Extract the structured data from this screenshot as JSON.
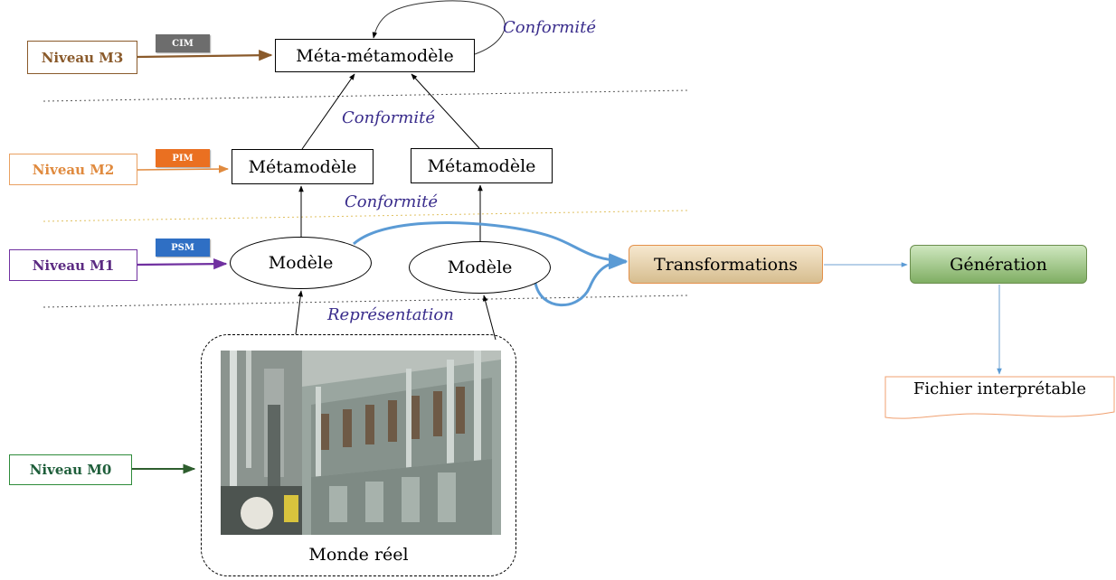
{
  "levels": {
    "m3": "Niveau M3",
    "m2": "Niveau M2",
    "m1": "Niveau M1",
    "m0": "Niveau M0"
  },
  "tags": {
    "cim": "CIM",
    "pim": "PIM",
    "psm": "PSM"
  },
  "boxes": {
    "meta_metamodel": "Méta-métamodèle",
    "metamodel_1": "Métamodèle",
    "metamodel_2": "Métamodèle",
    "model_1": "Modèle",
    "model_2": "Modèle",
    "transformations": "Transformations",
    "generation": "Génération",
    "output_file": "Fichier interprétable"
  },
  "labels": {
    "conformity_top": "Conformité",
    "conformity_mid": "Conformité",
    "conformity_low": "Conformité",
    "representation": "Représentation",
    "real_world": "Monde réel"
  },
  "colors": {
    "m3": "#8a5a2b",
    "m2": "#e08a3e",
    "m1": "#7030a0",
    "m0": "#2e8b3a",
    "label_text": "#3a2d8c",
    "flow": "#5b9bd5"
  },
  "photo": {
    "subject": "engine room machinery"
  }
}
